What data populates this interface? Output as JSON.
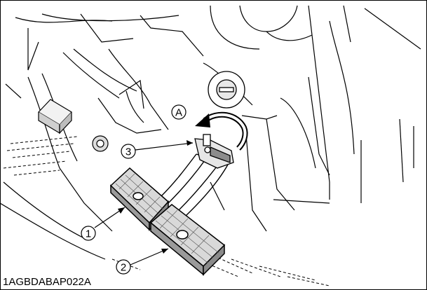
{
  "figure": {
    "id_label": "1AGBDABAP022A",
    "callouts": [
      {
        "key": "callout-a",
        "text": "A",
        "meaning": "rotation direction"
      },
      {
        "key": "callout-1",
        "text": "1"
      },
      {
        "key": "callout-2",
        "text": "2"
      },
      {
        "key": "callout-3",
        "text": "3"
      }
    ]
  },
  "colors": {
    "line": "#000000",
    "background": "#ffffff",
    "rotation_arrow": "#000000"
  }
}
